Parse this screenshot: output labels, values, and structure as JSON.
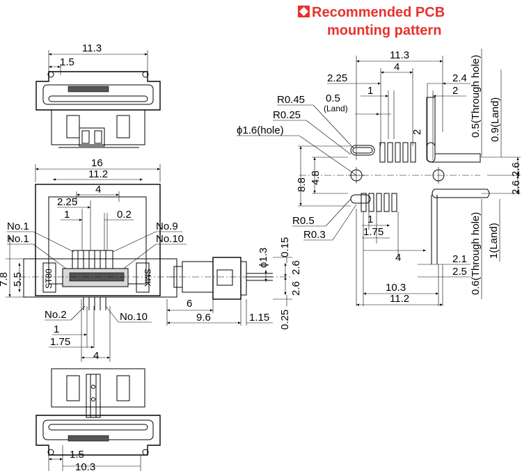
{
  "title": {
    "line1": "Recommended PCB",
    "line2": "mounting pattern",
    "color": "#e8322c",
    "marker_icon": "red-diamond-bullet"
  },
  "top_view": {
    "width": "11.3",
    "offset": "1.5"
  },
  "front_view": {
    "overall": "16",
    "body": "11.2",
    "pitch4": "4",
    "d225": "2.25",
    "d1": "1",
    "d02": "0.2",
    "no1_a": "No.1",
    "no1_b": "No.1",
    "no9": "No.9",
    "no10_a": "No.10",
    "no2": "No.2",
    "no10_b": "No.10",
    "h78": "7.8",
    "h55": "5.5",
    "b1": "1",
    "b175": "1.75",
    "b4": "4",
    "part_label": "ST80",
    "brand_label": "SMK"
  },
  "side_view": {
    "d6": "6",
    "d96": "9.6",
    "d115": "1.15",
    "phi13": "ϕ1.3",
    "d015": "0.15",
    "d26a": "2.6",
    "d26b": "2.6",
    "d025": "0.25"
  },
  "bottom_view": {
    "offset": "1.5",
    "width": "10.3"
  },
  "pcb": {
    "w113": "11.3",
    "w4": "4",
    "d225": "2.25",
    "d24": "2.4",
    "d1": "1",
    "d2": "2",
    "d05": "0.5",
    "land": "(Land)",
    "r045": "R0.45",
    "r025": "R0.25",
    "hole": "ϕ1.6(hole)",
    "d2v": "2",
    "through_top": "0.5(Through hole)",
    "land_top": "0.9(Land)",
    "h88": "8.8",
    "h48": "4.8",
    "d26a": "2.6",
    "d26b": "2.6",
    "r05": "R0.5",
    "r03": "R0.3",
    "b1": "1",
    "b175": "1.75",
    "b4": "4",
    "through_bot": "0.6(Through hole)",
    "land_bot": "1(Land)",
    "d21": "2.1",
    "d25": "2.5",
    "w103": "10.3",
    "w112": "11.2"
  }
}
